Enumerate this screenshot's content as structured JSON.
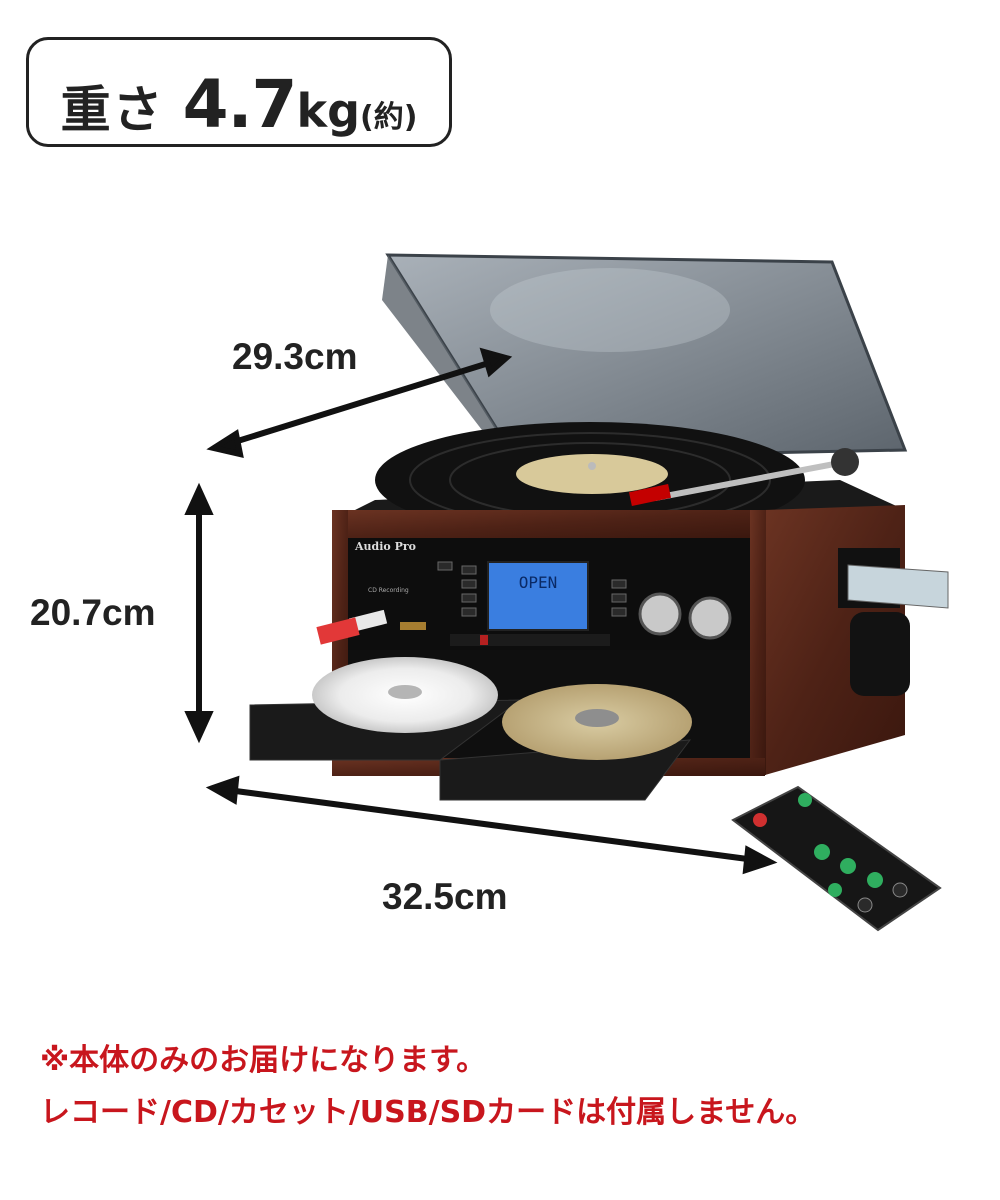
{
  "weight": {
    "label": "重さ",
    "value": "4.7",
    "unit": "kg",
    "note": "(約)"
  },
  "dimensions": {
    "depth": "29.3cm",
    "height": "20.7cm",
    "width": "32.5cm"
  },
  "product": {
    "brand": "Audio Pro",
    "display_text": "OPEN",
    "cd_recording": "CD Recording"
  },
  "notes": {
    "line1": "※本体のみのお届けになります。",
    "line2": "レコード/CD/カセット/USB/SDカードは付属しません。"
  },
  "colors": {
    "accent_red": "#c8161d",
    "text": "#222222",
    "wood": "#5a2a1c",
    "lcd": "#3a7ee0"
  }
}
